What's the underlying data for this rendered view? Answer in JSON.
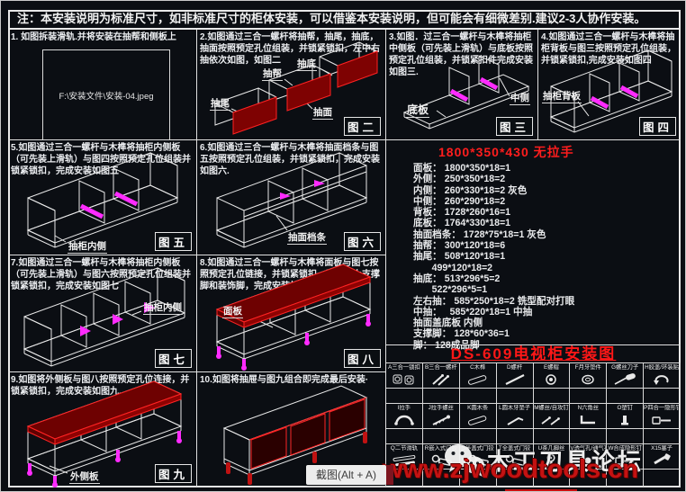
{
  "banner_note": "注：本安装说明为标准尺寸，如非标准尺寸的柜体安装，可以借鉴本安装说明，但可能会有细微差别.建议2-3人协作安装。",
  "panels": [
    {
      "text": "1. 如图拆装滑轨.并将安装在抽帮和侧板上",
      "image_path": "F:\\安装文件\\安装-04.jpeg",
      "fig": "",
      "labels": []
    },
    {
      "text": "2.如图通过三合一螺杆将抽帮，抽尾，抽底，抽面按照预定孔位组装，并锁紧锁扣，左中右抽依次如图，如图二",
      "fig": "图二",
      "labels": [
        "抽底",
        "抽帮",
        "抽尾",
        "抽面"
      ]
    },
    {
      "text": "3.如图．过三合一螺杆与木榫将抽柜中侧板（可先装上滑轨）与底板按照预定孔位组装，并锁紧扣件完成安装如图三.",
      "fig": "图三",
      "labels": [
        "底板",
        "中侧"
      ]
    },
    {
      "text": "4.如图通过三合一螺杆与木榫将抽柜背板与图三按照预定孔位组装，并锁紧锁扣,完成安装如图四",
      "fig": "图四",
      "labels": [
        "抽柜背板"
      ]
    },
    {
      "text": "5.如图通过三合一螺杆与木榫将抽柜内侧板（可先装上滑轨）与图四按照预定孔位组装并锁紧锁扣，完成安装如图五",
      "fig": "图五",
      "labels": [
        "抽柜内侧"
      ]
    },
    {
      "text": "6.如图通过三合一螺杆与木榫将抽面档条与图五按照预定孔位组装，并锁紧锁扣，完成安装如图六.",
      "fig": "图六",
      "labels": [
        "抽面档条"
      ]
    },
    {
      "text": "7.如图通过三合一螺杆与木榫将抽柜内侧板（可先装上滑轨）与图六按照预定孔位组装并锁紧锁扣，完成安装如图七",
      "fig": "图七",
      "labels": [
        "抽柜内侧"
      ]
    },
    {
      "text": "8.如图通过三合一螺杆与木榫将面板与图七按照预定孔位链接，并锁紧锁扣，同时装上支撑脚和装饰脚，完成安装如图八.",
      "fig": "图八",
      "labels": [
        "面板"
      ]
    },
    {
      "text": "9.如图将外侧板与图八按照预定孔位连接，并锁紧锁扣，完成安装如图九.",
      "fig": "图九",
      "labels": [
        "外侧板"
      ]
    },
    {
      "text": "10.如图将抽屉与图九组合即完成最后安装·",
      "fig": "",
      "labels": []
    }
  ],
  "spec": {
    "title": "1800*350*430  无拉手",
    "lines": [
      "面板： 1800*350*18=1",
      "外侧： 250*350*18=2",
      "内侧： 260*330*18=2 灰色",
      "中侧： 260*290*18=2",
      "背板： 1728*260*16=1",
      "底板： 1764*330*18=1",
      "抽面档条： 1728*75*18=1 灰色",
      "抽帮： 300*120*18=6",
      "抽尾： 508*120*18=1",
      "       499*120*18=2",
      "抽底： 513*296*5=2",
      "       522*296*5=1",
      "左右抽： 585*250*18=2 铣型配对打眼",
      "中抽：   585*220*18=1 中抽",
      "抽面盖底板 内侧",
      "支撑脚： 128*60*36=1",
      "脚： 128成品脚"
    ]
  },
  "main_title": "DS-609电视柜安装图",
  "hardware_table": {
    "rows": [
      {
        "cells": [
          {
            "label": "A三合一锁扣",
            "icon": "cam-locks-icon"
          },
          {
            "label": "B三合一螺杆",
            "icon": "bolts-icon"
          },
          {
            "label": "C木榫",
            "icon": "dowel-icon"
          },
          {
            "label": "D螺杆",
            "icon": "rod-icon"
          },
          {
            "label": "E螺帽",
            "icon": "nut-icon"
          },
          {
            "label": "F月牙垫件",
            "icon": "washer-icon"
          },
          {
            "label": "G螺丝刀子",
            "icon": "screwdriver-icon"
          },
          {
            "label": "H胶盖/环装贴",
            "icon": "rotate-icon"
          }
        ]
      },
      {
        "cells": [
          {
            "label": "I拉手",
            "icon": "handle-icon"
          },
          {
            "label": "J拉手螺丝",
            "icon": "screw-icon"
          },
          {
            "label": "K圆木条",
            "icon": "dowel-icon"
          },
          {
            "label": "L圆木牙垫子",
            "icon": "key-icon"
          },
          {
            "label": "M螺丝/自攻钉",
            "icon": "screws-icon"
          },
          {
            "label": "N六角丝",
            "icon": "hexkey-icon"
          },
          {
            "label": "O塑钉",
            "icon": "pin-icon"
          },
          {
            "label": "P四合一隐形钉",
            "icon": "fitting-icon"
          }
        ]
      },
      {
        "cells": [
          {
            "label": "Q二节滑轨",
            "icon": "slide-icon"
          },
          {
            "label": "R嵌入式门铰",
            "icon": "hinge-icon"
          },
          {
            "label": "S半盖式门铰",
            "icon": "hinge-icon"
          },
          {
            "label": "T全盖式门铰",
            "icon": "hinge-icon"
          },
          {
            "label": "U茶几脚丝",
            "icon": "leg-icon"
          },
          {
            "label": "V透气孔/通气孔",
            "icon": "hole-icon"
          },
          {
            "label": "W合成隐形钉",
            "icon": "fitting-icon"
          },
          {
            "label": "X15塞子",
            "icon": "plug-icon"
          }
        ]
      }
    ]
  },
  "tooltip": "截图(Alt + A)",
  "watermark": {
    "forum": "木工刀具论坛",
    "url": "www.zjwoodtools.cn"
  },
  "colors": {
    "accent_red": "#ff2222",
    "magenta": "#ff2bff",
    "line_white": "#e8e8e8",
    "title_red": "#ff1717",
    "url_red": "#c41212"
  }
}
